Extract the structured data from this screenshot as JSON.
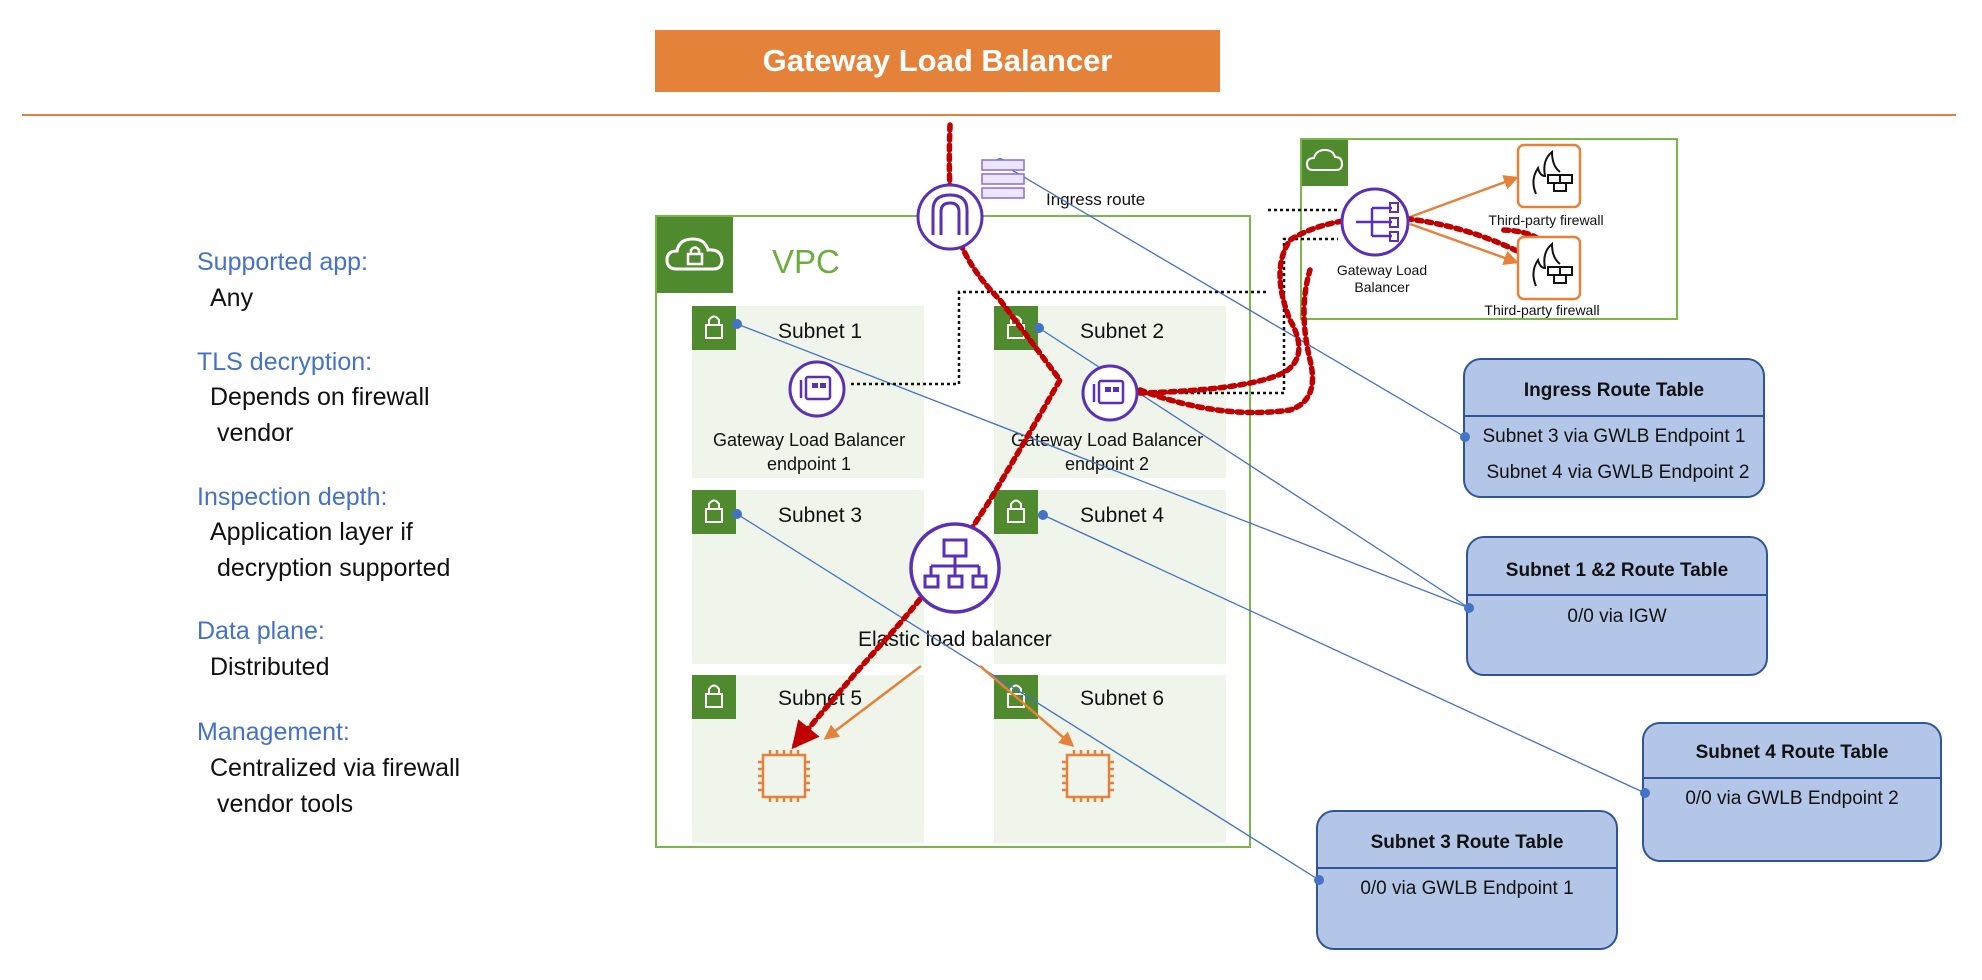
{
  "header": {
    "title": "Gateway Load Balancer"
  },
  "attributes": [
    {
      "label": "Supported app:",
      "value": "Any"
    },
    {
      "label": "TLS decryption:",
      "value": "Depends on firewall\n vendor"
    },
    {
      "label": "Inspection depth:",
      "value": "Application layer if\n decryption supported"
    },
    {
      "label": "Data plane:",
      "value": "Distributed"
    },
    {
      "label": "Management:",
      "value": "Centralized via firewall\n vendor tools"
    }
  ],
  "diagram": {
    "vpc_label": "VPC",
    "ingress_route_label": "Ingress route",
    "subnets": [
      "Subnet 1",
      "Subnet 2",
      "Subnet 3",
      "Subnet 4",
      "Subnet 5",
      "Subnet 6"
    ],
    "gwlb_endpoint_1": "Gateway Load Balancer\nendpoint 1",
    "gwlb_endpoint_2": "Gateway Load Balancer\nendpoint 2",
    "elb_label": "Elastic load balancer",
    "gwlb_label": "Gateway Load\nBalancer",
    "firewall_1": "Third-party firewall",
    "firewall_2": "Third-party firewall"
  },
  "route_tables": {
    "ingress": {
      "title": "Ingress Route Table",
      "rows": [
        "Subnet 3 via GWLB Endpoint 1",
        "Subnet 4 via GWLB Endpoint 2"
      ]
    },
    "subnet12": {
      "title": "Subnet 1 &2  Route Table",
      "rows": [
        "0/0 via IGW"
      ]
    },
    "subnet4": {
      "title": "Subnet 4 Route Table",
      "rows": [
        "0/0 via GWLB Endpoint 2"
      ]
    },
    "subnet3": {
      "title": "Subnet 3 Route Table",
      "rows": [
        "0/0 via GWLB Endpoint 1"
      ]
    }
  },
  "colors": {
    "accent_orange": "#E4823A",
    "label_blue": "#4472C4",
    "vpc_green": "#7AB648",
    "icon_purple": "#5A30B5",
    "traffic_red": "#C00000",
    "route_table_fill": "#B4C6E7"
  }
}
